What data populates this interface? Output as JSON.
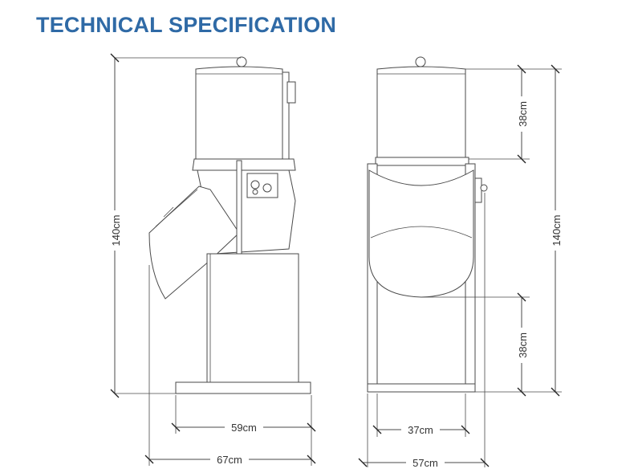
{
  "header": {
    "title": "TECHNICAL SPECIFICATION"
  },
  "side_view": {
    "height_label": "140cm",
    "base_width_label": "59cm",
    "total_width_label": "67cm"
  },
  "front_view": {
    "top_height_label": "38cm",
    "bottom_height_label": "38cm",
    "height_label": "140cm",
    "base_width_label": "37cm",
    "total_width_label": "57cm"
  },
  "colors": {
    "title": "#2f6aa6",
    "line": "#4a4a4a"
  }
}
